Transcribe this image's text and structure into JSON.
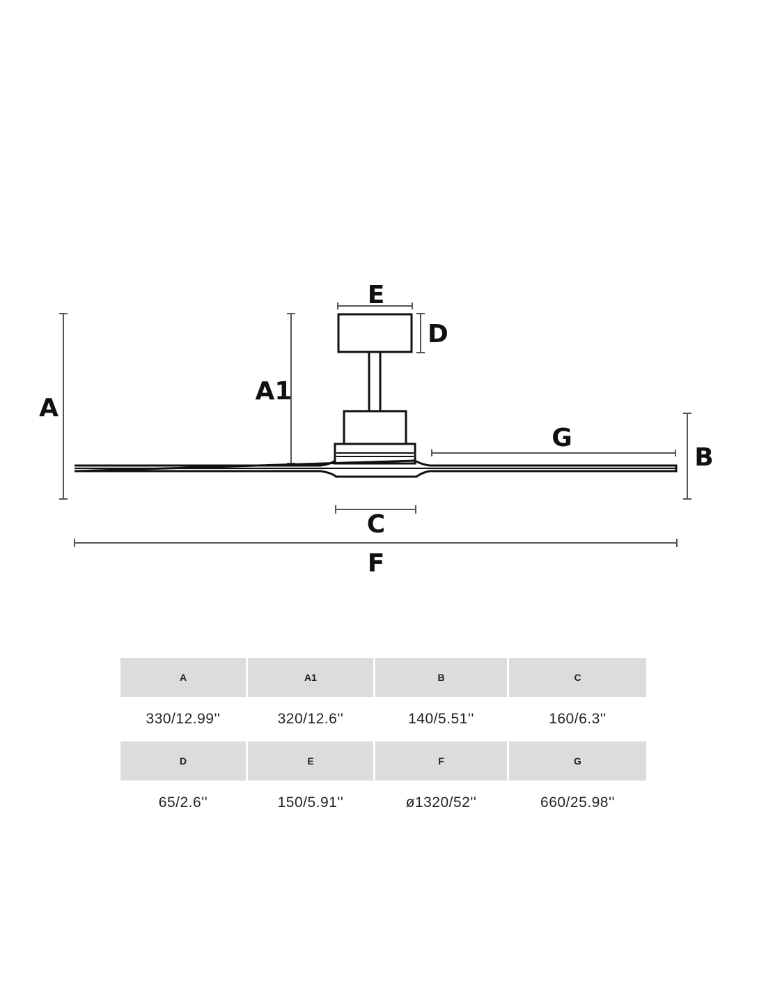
{
  "diagram": {
    "labels": {
      "A": "A",
      "A1": "A1",
      "B": "B",
      "C": "C",
      "D": "D",
      "E": "E",
      "F": "F",
      "G": "G"
    }
  },
  "table": {
    "rows": [
      {
        "headers": [
          "A",
          "A1",
          "B",
          "C"
        ],
        "values": [
          "330/12.99''",
          "320/12.6''",
          "140/5.51''",
          "160/6.3''"
        ]
      },
      {
        "headers": [
          "D",
          "E",
          "F",
          "G"
        ],
        "values": [
          "65/2.6''",
          "150/5.91''",
          "ø1320/52''",
          "660/25.98''"
        ]
      }
    ]
  }
}
